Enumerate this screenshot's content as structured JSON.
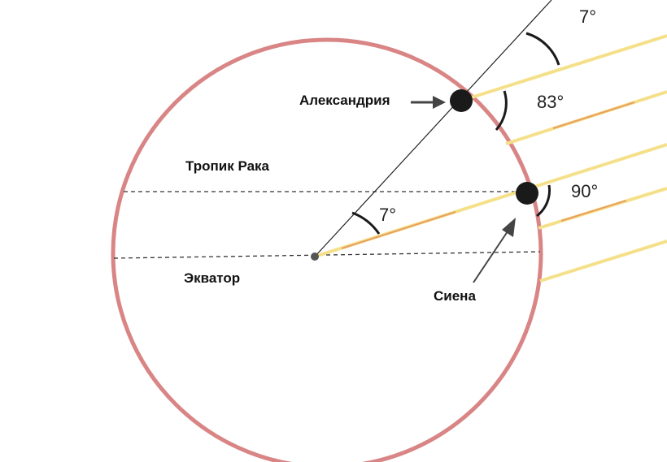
{
  "labels": {
    "alexandria": "Александрия",
    "tropic": "Тропик Рака",
    "equator": "Экватор",
    "syene": "Сиена"
  },
  "angles": {
    "top": "7°",
    "alexandria_side": "83°",
    "syene_side": "90°",
    "center": "7°"
  },
  "colors": {
    "earth_outline": "#d98585",
    "sun_ray": "#f5e08a",
    "sun_ray_accent": "#e8a060",
    "city_dot": "#1a1a1a",
    "guide_line": "#333333"
  }
}
